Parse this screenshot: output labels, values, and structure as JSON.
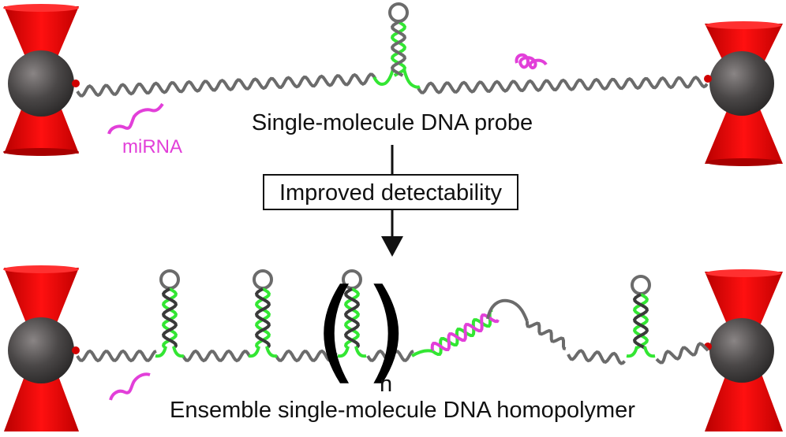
{
  "labels": {
    "probe_caption": "Single-molecule DNA probe",
    "improve_box": "Improved detectability",
    "polymer_caption": "Ensemble single-molecule DNA homopolymer",
    "mirna": "miRNA",
    "repeat_open": "(",
    "repeat_close": ")",
    "repeat_subscript": "n"
  },
  "colors": {
    "trap_cone": "#e00000",
    "bead": "#4a4747",
    "dna_backbone": "#6b6b6b",
    "stem": "#33e633",
    "mirna": "#e23fd9",
    "text": "#111111"
  },
  "icons": [
    "optical-trap-cone-icon",
    "bead-icon",
    "dna-hairpin-icon",
    "mirna-strand-icon",
    "arrow-down-icon"
  ]
}
